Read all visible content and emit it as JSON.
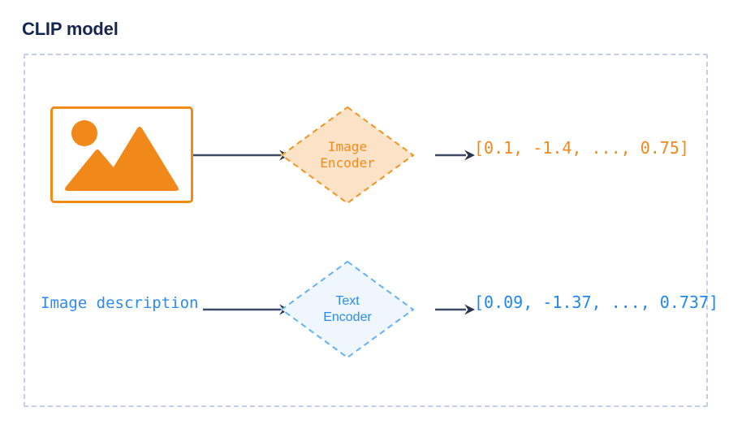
{
  "title": "CLIP model",
  "colors": {
    "title": "#16274f",
    "orange": "#f1881a",
    "orange_border": "#ef8b17",
    "orange_fill": "#fce3c8",
    "blue": "#2b8bf2",
    "blue_border": "#62b2f5",
    "blue_fill": "#eff6fe",
    "arrow": "#3c4a63",
    "container_border": "#c3cfea"
  },
  "container": {
    "border_style": "dashed"
  },
  "rows": {
    "image": {
      "input": {
        "icon": "image-placeholder-icon",
        "icon_parts": [
          "sun-circle",
          "mountain-large",
          "mountain-small"
        ]
      },
      "encoder": {
        "label_line1": "Image",
        "label_line2": "Encoder",
        "shape": "diamond",
        "border_style": "dashed"
      },
      "output": "[0.1, -1.4, ..., 0.75]",
      "arrow_in": "arrow-right-icon",
      "arrow_out": "arrow-right-icon"
    },
    "text": {
      "input": {
        "label": "Image description"
      },
      "encoder": {
        "label_line1": "Text",
        "label_line2": "Encoder",
        "shape": "diamond",
        "border_style": "dashed"
      },
      "output": "[0.09, -1.37, ..., 0.737]",
      "arrow_in": "arrow-right-icon",
      "arrow_out": "arrow-right-icon"
    }
  }
}
